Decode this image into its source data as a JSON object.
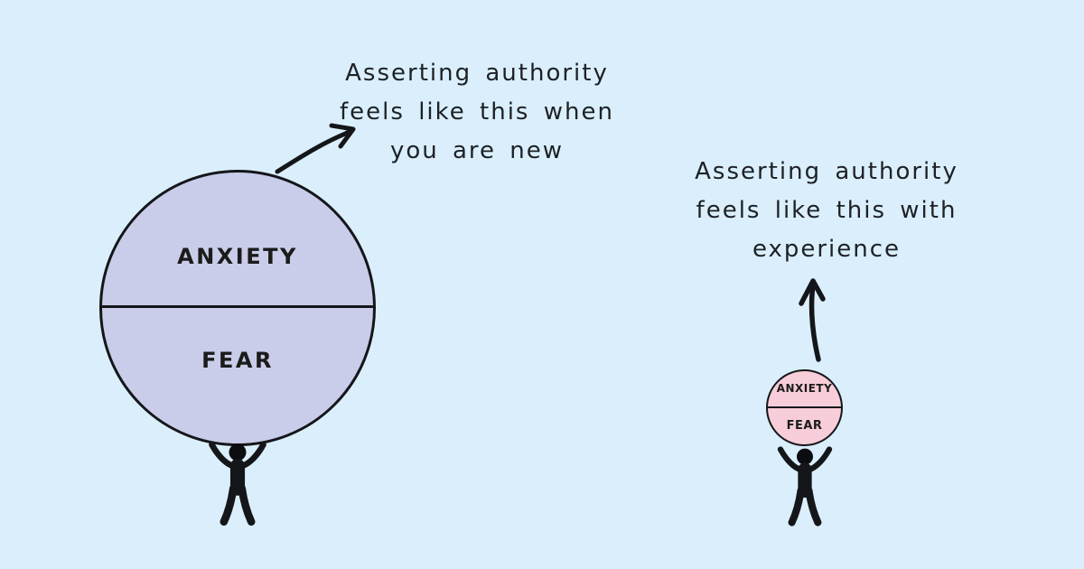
{
  "palette": {
    "background": "#DAEFFB",
    "ink": "#15161A",
    "big_ball_fill": "#C9CDE9",
    "small_ball_fill": "#F6CDD8"
  },
  "left_scene": {
    "caption_lines": [
      "Asserting authority",
      "feels like this when",
      "you are new"
    ],
    "ball": {
      "top_label": "ANXIETY",
      "bottom_label": "FEAR",
      "fill": "#C9CDE9",
      "size": "large"
    },
    "arrow": "curved-arrow-up-right",
    "figure": "person-arms-raised-holding-ball"
  },
  "right_scene": {
    "caption_lines": [
      "Asserting authority",
      "feels like this with",
      "experience"
    ],
    "ball": {
      "top_label": "ANXIETY",
      "bottom_label": "FEAR",
      "fill": "#F6CDD8",
      "size": "small"
    },
    "arrow": "arrow-up",
    "figure": "person-arms-raised-holding-ball"
  }
}
